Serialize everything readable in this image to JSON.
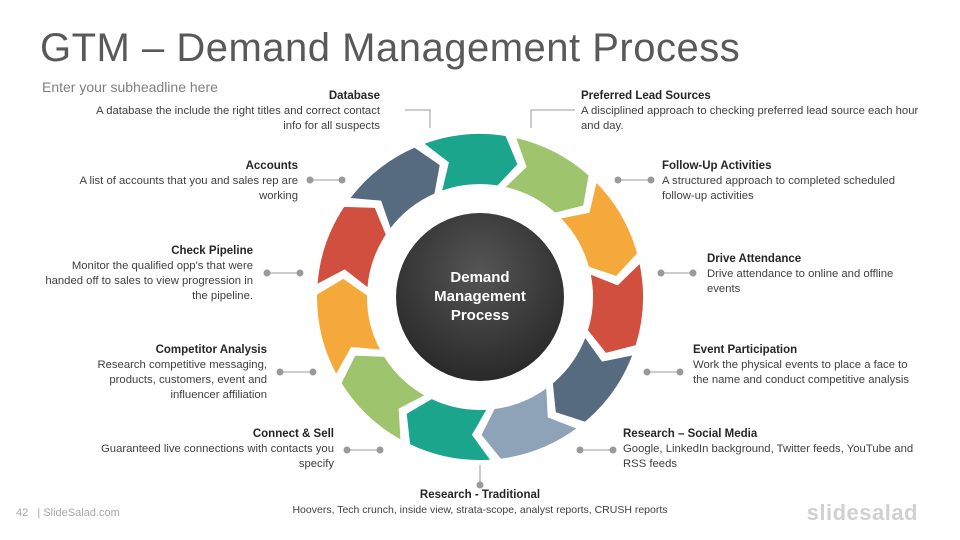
{
  "header": {
    "title": "GTM – Demand Management Process",
    "subtitle": "Enter your subheadline here"
  },
  "center": {
    "line1": "Demand",
    "line2": "Management",
    "line3": "Process"
  },
  "items": {
    "database": {
      "heading": "Database",
      "text": "A database the include the right titles and correct contact info for all suspects"
    },
    "accounts": {
      "heading": "Accounts",
      "text": "A list of accounts that you and sales rep are working"
    },
    "check_pipeline": {
      "heading": "Check Pipeline",
      "text": "Monitor the qualified opp's that were handed off to sales to view progression in the pipeline."
    },
    "competitor_analysis": {
      "heading": "Competitor Analysis",
      "text": "Research competitive messaging, products, customers, event and influencer affiliation"
    },
    "connect_sell": {
      "heading": "Connect & Sell",
      "text": "Guaranteed live connections with contacts you specify"
    },
    "research_traditional": {
      "heading": "Research - Traditional",
      "text": "Hoovers, Tech crunch, inside view, strata-scope, analyst reports, CRUSH reports"
    },
    "preferred_lead": {
      "heading": "Preferred Lead Sources",
      "text": "A disciplined approach to checking preferred lead source each hour and day."
    },
    "follow_up": {
      "heading": "Follow-Up Activities",
      "text": "A structured approach to completed scheduled follow-up activities"
    },
    "drive_attendance": {
      "heading": "Drive Attendance",
      "text": "Drive attendance to online and offline events"
    },
    "event_participation": {
      "heading": "Event Participation",
      "text": "Work the physical events to place a face to the name and conduct competitive analysis"
    },
    "research_social": {
      "heading": "Research – Social Media",
      "text": "Google, LinkedIn background, Twitter feeds, YouTube and RSS feeds"
    }
  },
  "colors": {
    "teal": "#1aa58c",
    "green": "#9ec46d",
    "orange": "#f5a93b",
    "red": "#d14f3f",
    "slate": "#566a80",
    "gray_blue": "#8fa3b8",
    "center": "#3a3a3a"
  },
  "footer": {
    "page": "42",
    "site": "| SlideSalad.com",
    "brand": "slidesalad"
  }
}
